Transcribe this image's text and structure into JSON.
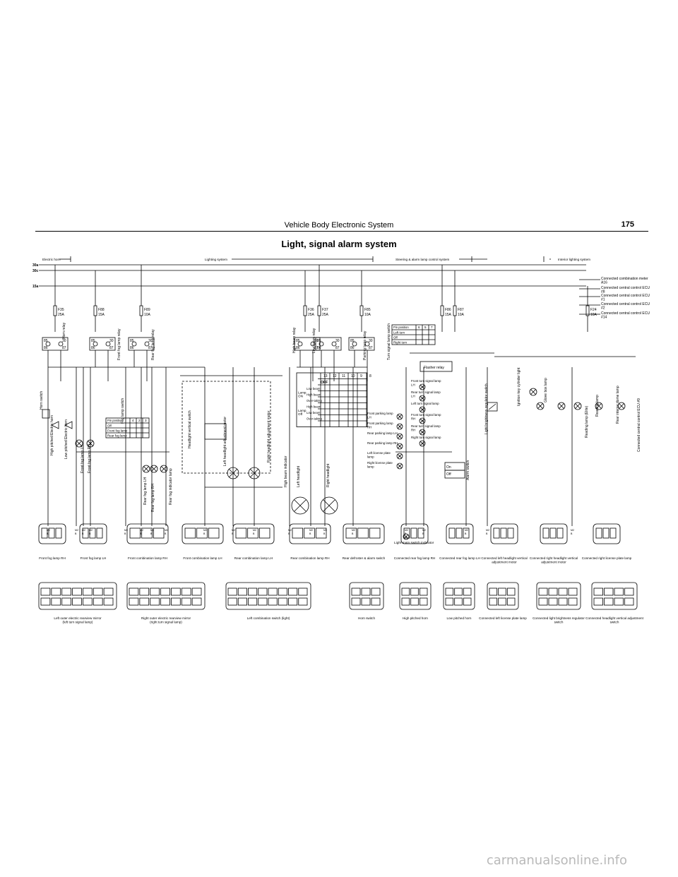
{
  "header": {
    "title": "Vehicle Body Electronic System",
    "page": "175"
  },
  "diagram_title": "Light, signal alarm system",
  "systems": [
    "Electric horn",
    "Lighting system",
    "Steering & alarm lamp control system",
    "Interior lighting system"
  ],
  "rails": [
    "30a",
    "30c",
    "15a"
  ],
  "fuses": [
    {
      "id": "F35",
      "rating": "25A"
    },
    {
      "id": "F88",
      "rating": "15A"
    },
    {
      "id": "F89",
      "rating": "10A"
    },
    {
      "id": "F36",
      "rating": "25A"
    },
    {
      "id": "F37",
      "rating": "25A"
    },
    {
      "id": "F85",
      "rating": "10A"
    },
    {
      "id": "F86",
      "rating": "15A"
    },
    {
      "id": "F87",
      "rating": "10A"
    },
    {
      "id": "F24",
      "rating": "10A"
    }
  ],
  "connections_right": [
    "Connected combination meter A16",
    "Connected central control ECU #8",
    "Connected central control ECU #1",
    "Connected central control ECU #2",
    "Connected central control ECU #14"
  ],
  "vertical_labels": [
    "Horn relay",
    "Horn switch",
    "High pitched Electric horn",
    "Low pitched Electric horn",
    "Front fog lamp relay",
    "Front fog lamp LH",
    "Front fog lamp RH",
    "Fog lamp switch",
    "Rear fog lamp relay",
    "Rear fog lamp LH",
    "Rear fog lamp RH",
    "Rear fog indicator lamp",
    "Headlight vertical switch",
    "Left headlight adjustment motor",
    "Right headlight adjustment motor",
    "High beam relay",
    "Low beam relay",
    "Parking lamp relay",
    "High beam indicator",
    "Left headlight",
    "Right headlight",
    "Turn signal lamp switch",
    "Alarm switch",
    "Light brightness regulator switch",
    "Ignition key cylinder light",
    "Glove box lamp",
    "Reading lamp (Elite)",
    "Reading lamp",
    "Rear interior dome lamp",
    "Connected central control ECU #9"
  ],
  "fog_switch": {
    "head": "Pin position",
    "cols": [
      "4",
      "2",
      "3"
    ],
    "rows": [
      "Off",
      "Front fog lamp",
      "Rear fog lamp"
    ]
  },
  "light_switch": {
    "cols": [
      "13",
      "12",
      "11",
      "10",
      "9",
      "8"
    ],
    "off": "OFF",
    "groups": [
      {
        "name": "Lamp ON",
        "rows": [
          "Low beam",
          "High beam",
          "Over-taking"
        ]
      },
      {
        "name": "Lamp Off",
        "rows": [
          "High beam",
          "Low beam",
          "Over-taking"
        ]
      }
    ]
  },
  "turn_switch": {
    "head": "Pin position",
    "cols": [
      "6",
      "5",
      "7"
    ],
    "rows": [
      "Left turn",
      "Off",
      "Right turn"
    ]
  },
  "flasher": "Flasher relay",
  "alarm_switch": {
    "rows": [
      "On",
      "Off"
    ]
  },
  "lamp_labels_left": [
    "Front parking lamp LH",
    "Front parking lamp RH",
    "Rear parking lamp LH",
    "Rear parking lamp RH",
    "Left license plate lamp",
    "Right license plate lamp"
  ],
  "lamp_labels_right": [
    "Front turn signal lamp LH",
    "Rear turn signal lamp LH",
    "Left turn signal lamp",
    "Front turn signal lamp RH",
    "Rear turn signal lamp RH",
    "Right turn signal lamp"
  ],
  "light_main_indicator": "Light main switch indicator",
  "connectors_row1": [
    "Front fog lamp RH",
    "Front fog lamp LH",
    "Front combination lamp RH",
    "Front combination lamp LH",
    "Rear combination lamp LH",
    "Rear combination lamp RH",
    "Rear defroster & alarm switch",
    "Connected rear fog lamp RH",
    "Connected rear fog lamp LH",
    "Connected left headlight vertical adjustment motor",
    "Connected right headlight vertical adjustment motor",
    "Connected right license plate lamp"
  ],
  "connectors_row2": [
    "Left outer electric rearview mirror (left turn signal lamp)",
    "Right outer electric rearview mirror (right turn signal lamp)",
    "Left combination switch (light)",
    "Horn switch",
    "High pitched horn",
    "Low pitched horn",
    "Connected left license plate lamp",
    "Connected light brightness regulator switch",
    "Connected headlight vertical adjustment switch"
  ],
  "watermark": "carmanualsonline.info"
}
